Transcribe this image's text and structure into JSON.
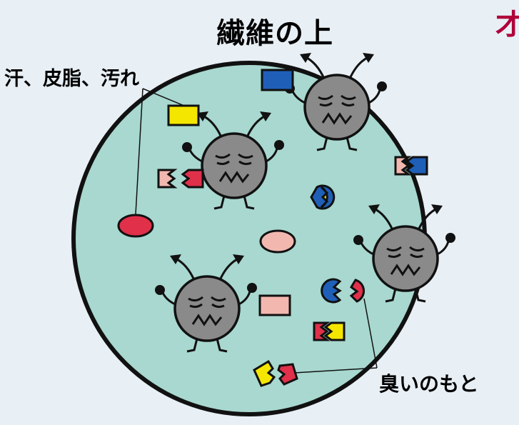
{
  "title": "繊維の上",
  "labels": {
    "left": "汗、皮脂、汚れ",
    "right": "臭いのもと"
  },
  "corner_mark": "才",
  "colors": {
    "background": "#e8eff5",
    "circle_fill": "#a8d8d0",
    "germ_body": "#8a8a8a",
    "red": "#e0304a",
    "pink": "#f2b8b0",
    "yellow": "#f5e600",
    "blue": "#1f5fb8"
  },
  "icons": [
    "bacteria-icon",
    "dirt-particle-icon",
    "odor-molecule-icon"
  ]
}
